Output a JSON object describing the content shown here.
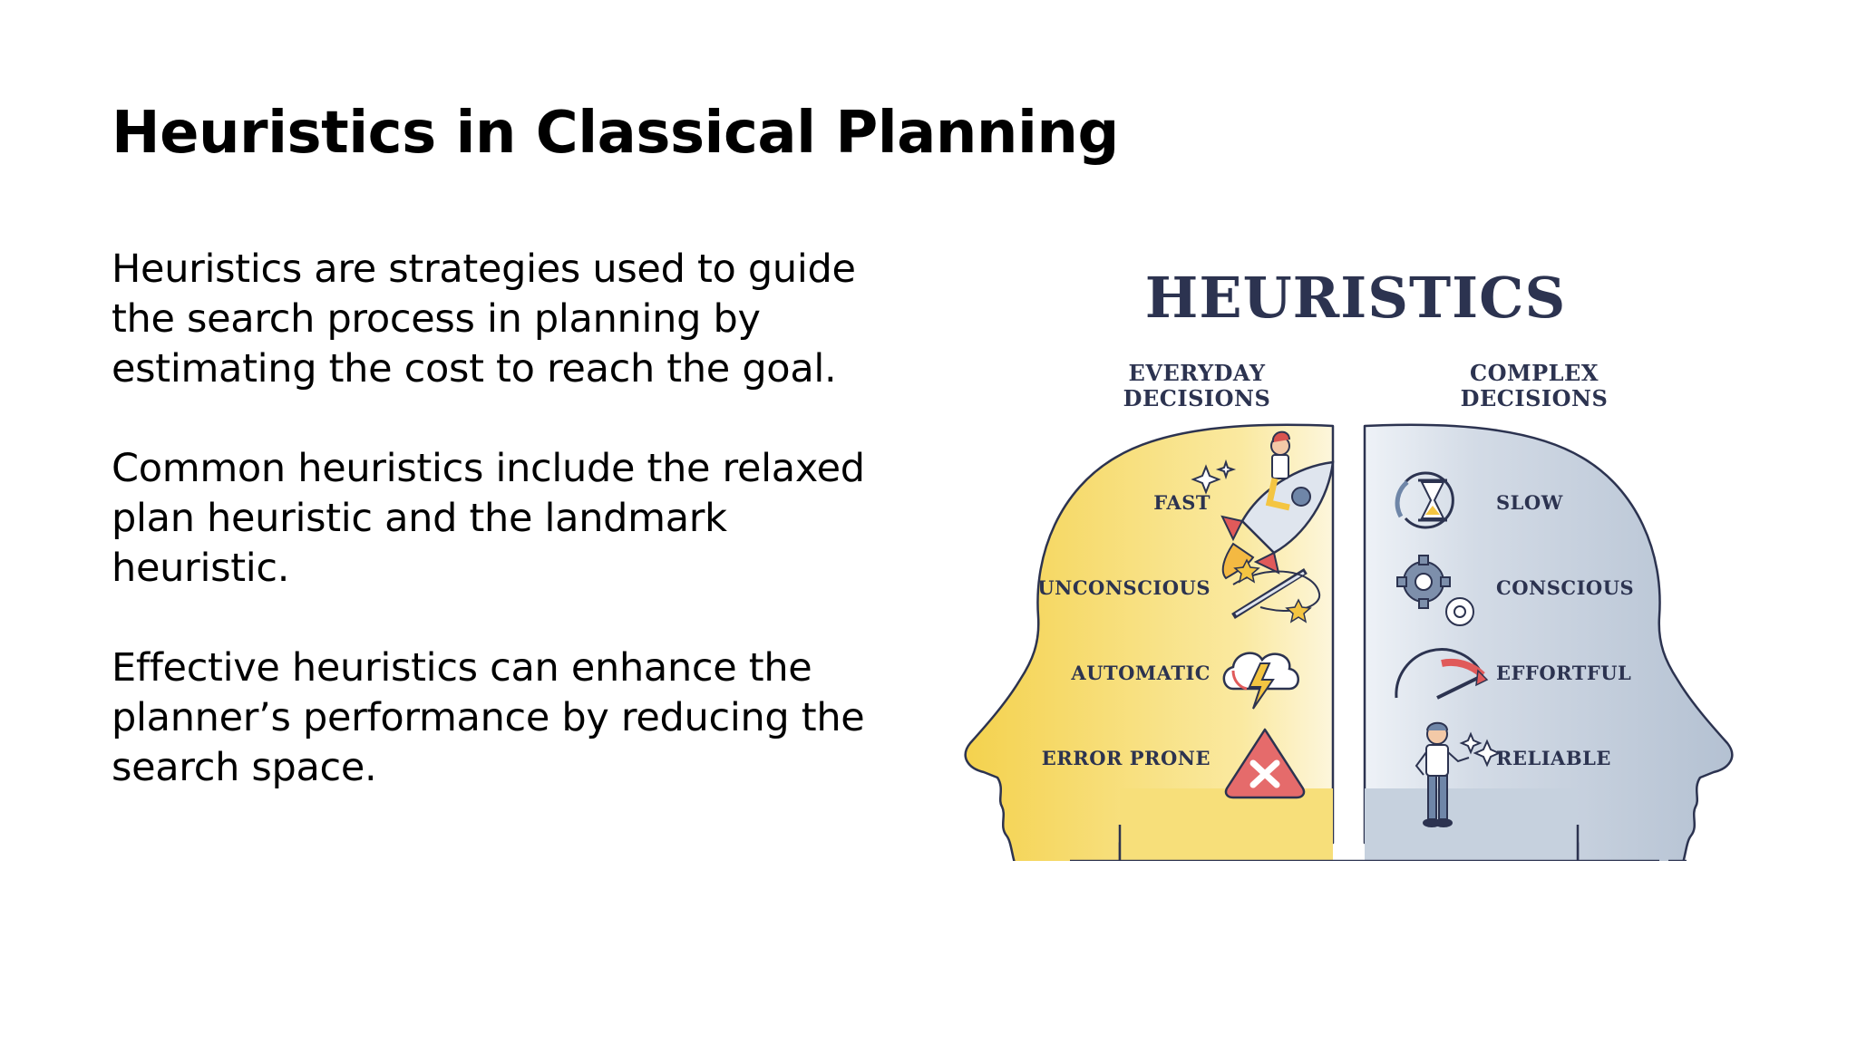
{
  "slide": {
    "title": "Heuristics in Classical Planning",
    "paragraphs": [
      "Heuristics are strategies used to guide the search process in planning by estimating the cost to reach the goal.",
      "Common heuristics include the relaxed plan heuristic and the landmark heuristic.",
      "Effective heuristics can enhance the planner’s performance by reducing the search space."
    ]
  },
  "illustration": {
    "title": "HEURISTICS",
    "left_heading": [
      "EVERYDAY",
      "DECISIONS"
    ],
    "right_heading": [
      "COMPLEX",
      "DECISIONS"
    ],
    "left_labels": [
      "FAST",
      "UNCONSCIOUS",
      "AUTOMATIC",
      "ERROR PRONE"
    ],
    "right_labels": [
      "SLOW",
      "CONSCIOUS",
      "EFFORTFUL",
      "RELIABLE"
    ],
    "colors": {
      "left_head": "#f7dc6f",
      "right_head": "#c3cedd",
      "ink": "#2c3350",
      "accent_red": "#e05a5a"
    },
    "icons": [
      "sparkle-icon",
      "rocket-icon",
      "person-icon",
      "hourglass-icon",
      "magic-wand-icon",
      "gears-icon",
      "lightning-cloud-icon",
      "gauge-icon",
      "warning-x-icon",
      "standing-person-icon"
    ]
  }
}
